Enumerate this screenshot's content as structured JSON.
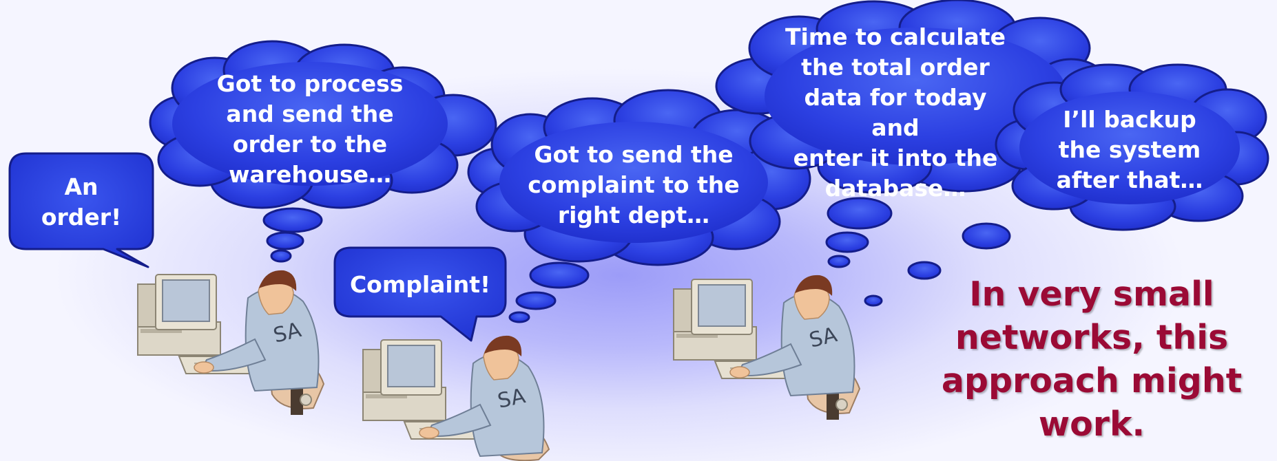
{
  "speech_bubbles": {
    "order": [
      "An",
      "order!"
    ],
    "complaint": [
      "Complaint!"
    ]
  },
  "thought_clouds": {
    "process_order": [
      "Got to process",
      "and send the",
      "order to the",
      "warehouse…"
    ],
    "send_complaint": [
      "Got to send the",
      "complaint to the",
      "right dept…"
    ],
    "calculate_total": [
      "Time to calculate",
      "the total order",
      "data for today and",
      "enter it into the",
      "database…"
    ],
    "backup": [
      "I’ll backup",
      "the system",
      "after that…"
    ]
  },
  "workers": [
    {
      "shirt_label": "SA"
    },
    {
      "shirt_label": "SA"
    },
    {
      "shirt_label": "SA"
    }
  ],
  "note": [
    "In very small",
    "networks, this",
    "approach might",
    "work."
  ],
  "colors": {
    "bubble_fill": "#2a3fe0",
    "bubble_stroke": "#16208f",
    "note_text": "#9b0a35",
    "background_center": "#9c9cf8"
  }
}
